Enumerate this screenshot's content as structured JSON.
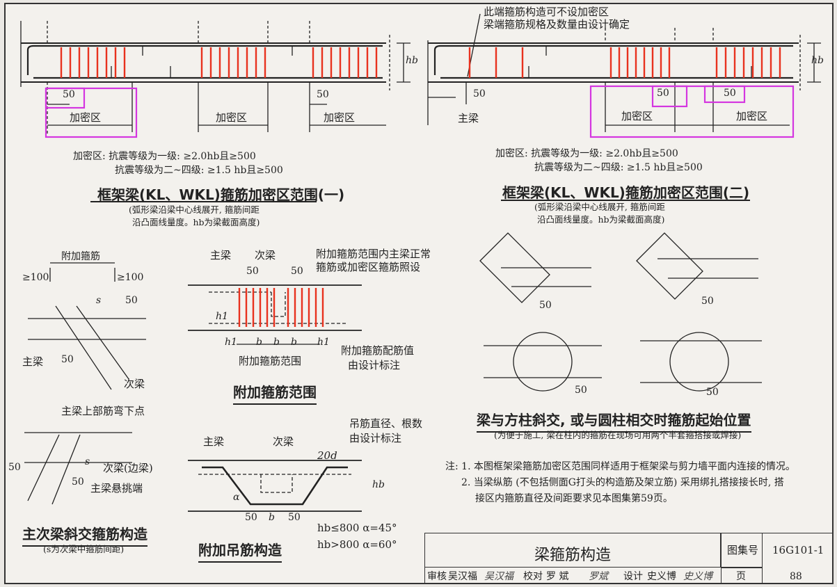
{
  "top_left": {
    "dims": [
      "50",
      "50"
    ],
    "zones": [
      "加密区",
      "加密区",
      "加密区"
    ],
    "hb": "hb",
    "note_line1": "加密区: 抗震等级为一级: ≥2.0hb且≥500",
    "note_line2": "抗震等级为二~四级: ≥1.5 hb且≥500",
    "title": "框架梁(KL、WKL)箍筋加密区范围(一)",
    "sub1": "(弧形梁沿梁中心线展开, 箍筋间距",
    "sub2": "沿凸面线量度。hb为梁截面高度)"
  },
  "top_right": {
    "callout1": "此端箍筋构造可不设加密区",
    "callout2": "梁端箍筋规格及数量由设计确定",
    "main_beam": "主梁",
    "dims": [
      "50",
      "50",
      "50"
    ],
    "zones": [
      "加密区",
      "加密区"
    ],
    "hb": "hb",
    "note_line1": "加密区: 抗震等级为一级: ≥2.0hb且≥500",
    "note_line2": "抗震等级为二~四级: ≥1.5 hb且≥500",
    "title": "框架梁(KL、WKL)箍筋加密区范围(二)",
    "sub1": "(弧形梁沿梁中心线展开, 箍筋间距",
    "sub2": "沿凸面线量度。hb为梁截面高度)"
  },
  "skew_beam": {
    "extra_stirrup": "附加箍筋",
    "ge100a": "≥100",
    "ge100b": "≥100",
    "s": "s",
    "d50a": "50",
    "d50b": "50",
    "main_beam": "主梁",
    "sec_beam": "次梁"
  },
  "extra_range": {
    "main_beam": "主梁",
    "sec_beam": "次梁",
    "d50a": "50",
    "d50b": "50",
    "note1": "附加箍筋范围内主梁正常",
    "note2": "箍筋或加密区箍筋照设",
    "h1": "h1",
    "b": "b",
    "range_label": "附加箍筋范围",
    "value1": "附加箍筋配筋值",
    "value2": "由设计标注",
    "title": "附加箍筋范围"
  },
  "oblique": {
    "d50": [
      "50",
      "50",
      "50",
      "50"
    ],
    "title": "梁与方柱斜交, 或与圆柱相交时箍筋起始位置",
    "sub": "(为便于施工, 梁在柱内的箍筋在现场可用两个半套箍搭接或焊接)"
  },
  "sec_skew": {
    "bend_point": "主梁上部筋弯下点",
    "d50a": "50",
    "d50b": "50",
    "s": "s",
    "edge_beam": "次梁(边梁)",
    "cantilever": "主梁悬挑端",
    "title": "主次梁斜交箍筋构造",
    "sub": "(s为次梁中箍筋间距)"
  },
  "hanger": {
    "main_beam": "主梁",
    "sec_beam": "次梁",
    "note1": "吊筋直径、根数",
    "note2": "由设计标注",
    "d20": "20d",
    "alpha": "α",
    "d50a": "50",
    "b": "b",
    "d50b": "50",
    "hb": "hb",
    "cond1": "hb≤800  α=45°",
    "cond2": "hb>800  α=60°",
    "title": "附加吊筋构造"
  },
  "notes": {
    "n1": "注: 1. 本图框架梁箍筋加密区范围同样适用于框架梁与剪力墙平面内连接的情况。",
    "n2": "2. 当梁纵筋 (不包括侧面G打头的构造筋及架立筋) 采用绑扎搭接接长时, 搭",
    "n3": "接区内箍筋直径及间距要求见本图集第59页。"
  },
  "title_block": {
    "title": "梁箍筋构造",
    "atlas_label": "图集号",
    "atlas_no": "16G101-1",
    "review": "审核",
    "reviewer": "吴汉福",
    "reviewer_sig": "吴汉福",
    "check": "校对",
    "checker": "罗 斌",
    "checker_sig": "罗斌",
    "design": "设计",
    "designer": "史义博",
    "designer_sig": "史义博",
    "page_label": "页",
    "page_no": "88"
  },
  "colors": {
    "line": "#222222",
    "stirrup": "#e8321e",
    "highlight": "#d436e0"
  }
}
